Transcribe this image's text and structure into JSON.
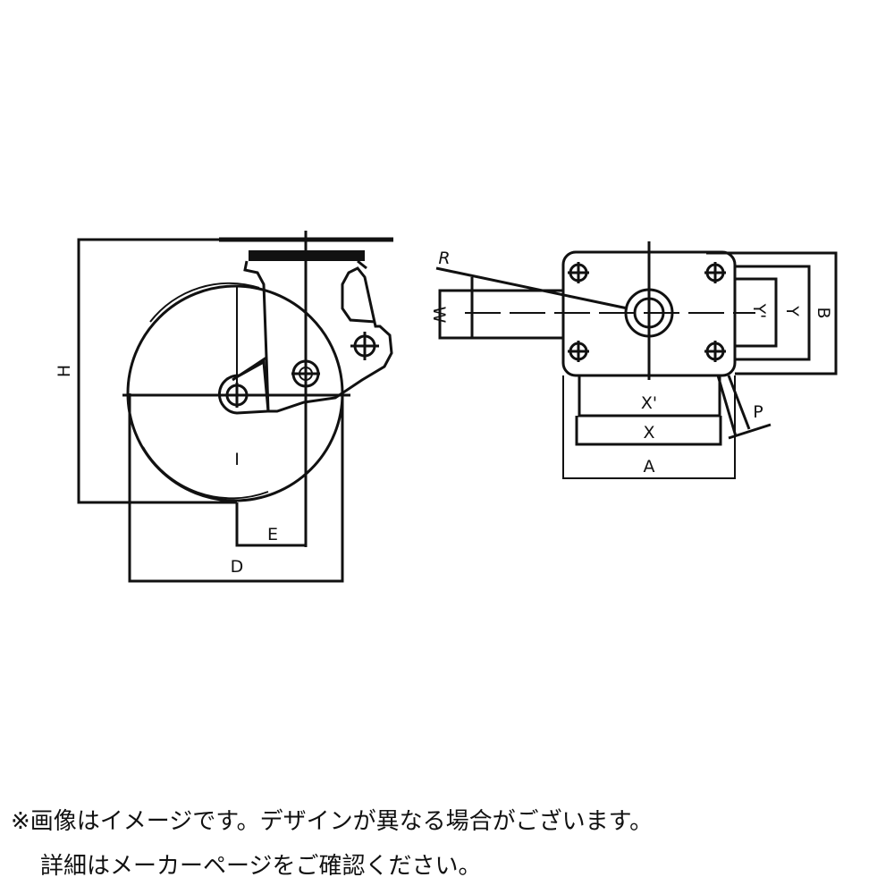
{
  "side_view": {
    "labels": {
      "H": "H",
      "I": "I",
      "E": "E",
      "D": "D"
    }
  },
  "top_view": {
    "labels": {
      "R": "R",
      "W": "W",
      "Y_prime": "Y'",
      "Y": "Y",
      "B": "B",
      "X_prime": "X'",
      "X": "X",
      "A": "A",
      "P": "P"
    }
  },
  "caption": {
    "line1": "※画像はイメージです。デザインが異なる場合がございます。",
    "line2": "詳細はメーカーページをご確認ください。"
  }
}
